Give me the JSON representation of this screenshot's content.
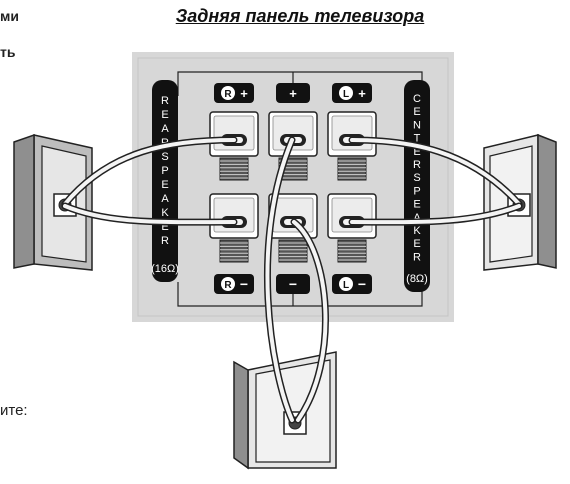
{
  "page": {
    "title": "Задняя панель телевизора",
    "left_fragments": [
      "ми",
      "ть",
      "ите:"
    ]
  },
  "panel": {
    "rear_label": [
      "R",
      "E",
      "A",
      "R",
      "S",
      "P",
      "E",
      "A",
      "K",
      "E",
      "R"
    ],
    "rear_ohm": "(16Ω)",
    "center_label": [
      "C",
      "E",
      "N",
      "T",
      "E",
      "R",
      "S",
      "P",
      "E",
      "A",
      "K",
      "E",
      "R"
    ],
    "center_ohm": "(8Ω)",
    "top_badges": [
      {
        "letter": "R",
        "sign": "+"
      },
      {
        "letter": "",
        "sign": "+"
      },
      {
        "letter": "L",
        "sign": "+"
      }
    ],
    "bottom_badges": [
      {
        "letter": "R",
        "sign": "−"
      },
      {
        "letter": "",
        "sign": "−"
      },
      {
        "letter": "L",
        "sign": "−"
      }
    ]
  },
  "colors": {
    "panel_bg": "#d7d7d7",
    "frame": "#b9b9b9",
    "label_bar": "#111111",
    "terminal": "#ffffff",
    "speaker_face": "#e6e6e6",
    "wire": "#f4f4f4"
  }
}
